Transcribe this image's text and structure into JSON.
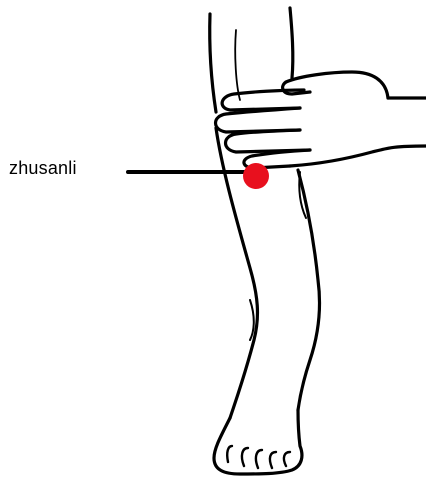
{
  "point_label": "zhusanli",
  "colors": {
    "outline": "#000000",
    "acupoint": "#e8101e",
    "background": "#ffffff"
  },
  "icons": {
    "leg": "leg-with-hand-illustration",
    "point": "acupoint-marker"
  }
}
